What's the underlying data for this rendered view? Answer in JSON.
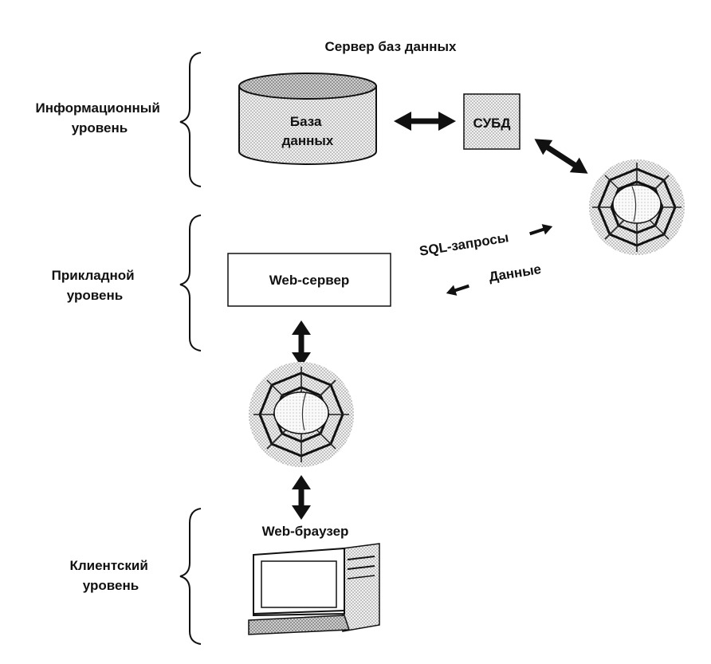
{
  "levels": {
    "info": [
      "Информационный",
      "уровень"
    ],
    "app": [
      "Прикладной",
      "уровень"
    ],
    "client": [
      "Клиентский",
      "уровень"
    ]
  },
  "server_label": "Сервер баз данных",
  "database": [
    "База",
    "данных"
  ],
  "dbms": "СУБД",
  "web_server": "Web-сервер",
  "web_browser": "Web-браузер",
  "sql_queries": "SQL-запросы",
  "data_label": "Данные"
}
